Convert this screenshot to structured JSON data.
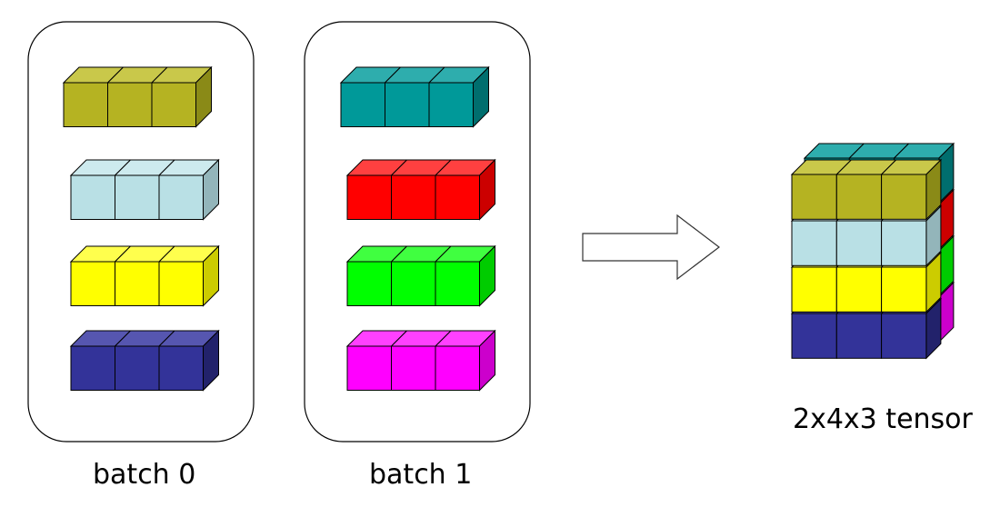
{
  "batches": [
    {
      "label": "batch 0",
      "rows": [
        {
          "front": "#b5b322",
          "top": "#c9c84a",
          "side": "#8a8a17"
        },
        {
          "front": "#b9e0e5",
          "top": "#cdeaee",
          "side": "#93b5ba"
        },
        {
          "front": "#ffff00",
          "top": "#ffff4d",
          "side": "#cccc00"
        },
        {
          "front": "#333399",
          "top": "#5656b0",
          "side": "#22226b"
        }
      ]
    },
    {
      "label": "batch 1",
      "rows": [
        {
          "front": "#009999",
          "top": "#2eadad",
          "side": "#006e6e"
        },
        {
          "front": "#ff0000",
          "top": "#ff4040",
          "side": "#cc0000"
        },
        {
          "front": "#00ff00",
          "top": "#40ff40",
          "side": "#00cc00"
        },
        {
          "front": "#ff00ff",
          "top": "#ff40ff",
          "side": "#cc00cc"
        }
      ]
    }
  ],
  "cubes_per_row": 3,
  "arrow": {
    "fill": "#ffffff",
    "stroke": "#333333"
  },
  "tensor": {
    "label": "2x4x3 tensor",
    "shape": [
      2,
      4,
      3
    ]
  }
}
